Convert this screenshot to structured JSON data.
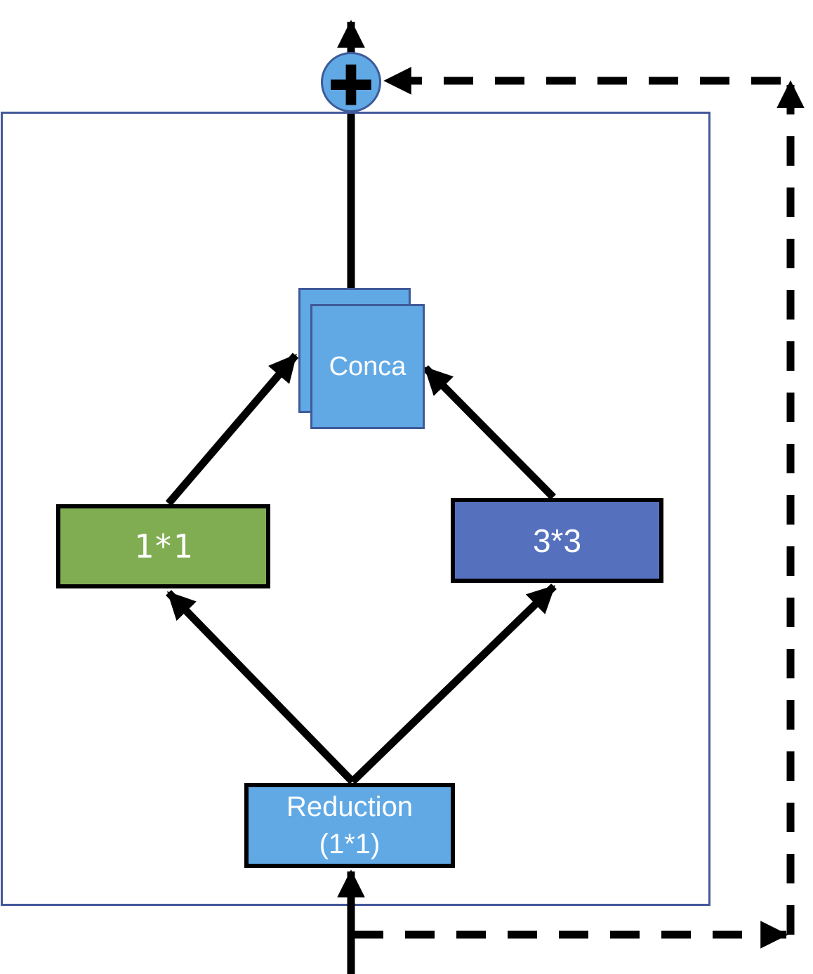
{
  "diagram": {
    "nodes": {
      "sum": {
        "symbol": "+"
      },
      "concat": {
        "label": "Conca"
      },
      "conv_1x1": {
        "label": "1*1"
      },
      "conv_3x3": {
        "label": "3*3"
      },
      "reduction": {
        "line1": "Reduction",
        "line2": "(1*1)"
      }
    },
    "colors": {
      "light_blue_fill": "#60A9E5",
      "green_fill": "#80AD52",
      "indigo_fill": "#5571BE",
      "shape_border": "#3E5A99",
      "container_border": "#44579B",
      "arrow": "#000000",
      "label_text": "#FFFFFF"
    }
  }
}
